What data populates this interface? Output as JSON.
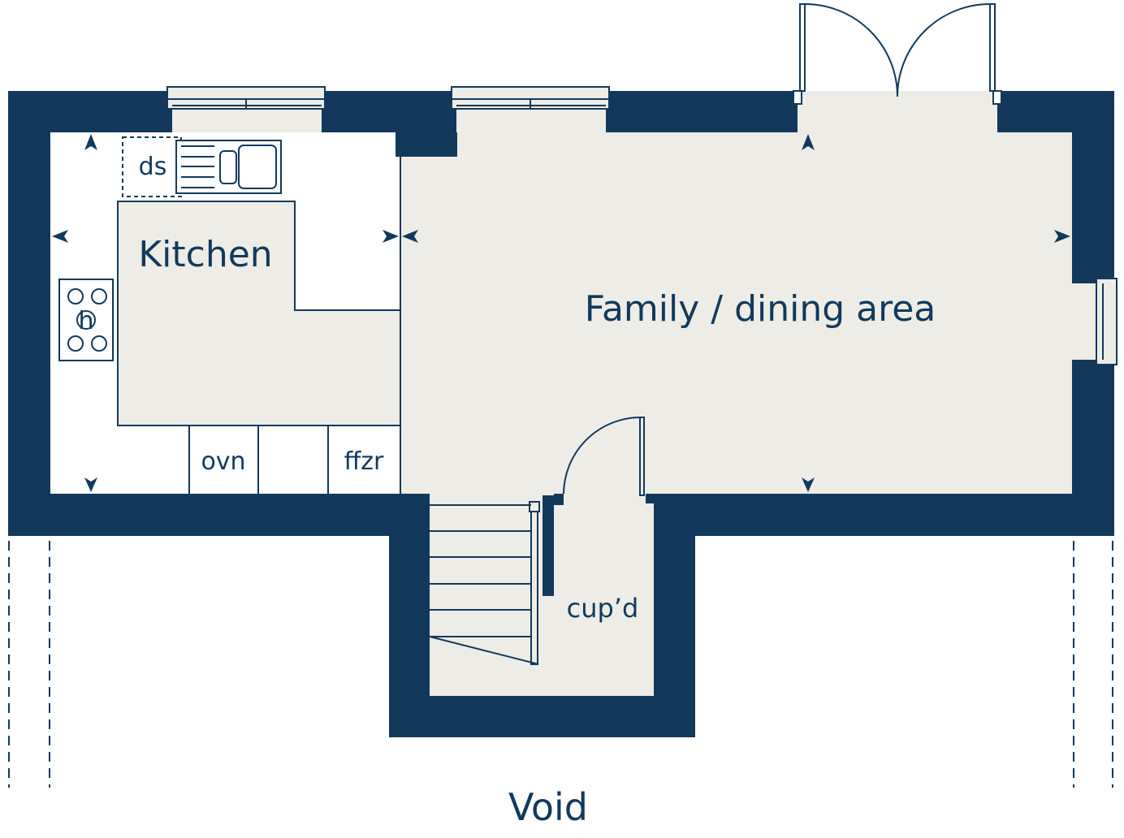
{
  "rooms": {
    "kitchen": "Kitchen",
    "family": "Family / dining area",
    "cupboard": "cup’d",
    "void": "Void"
  },
  "fixtures": {
    "dishwasher": "ds",
    "hob": "h",
    "oven": "ovn",
    "fridge_freezer": "ffzr"
  },
  "colors": {
    "wall": "#12395c",
    "floor": "#edece6",
    "background": "#ffffff"
  }
}
